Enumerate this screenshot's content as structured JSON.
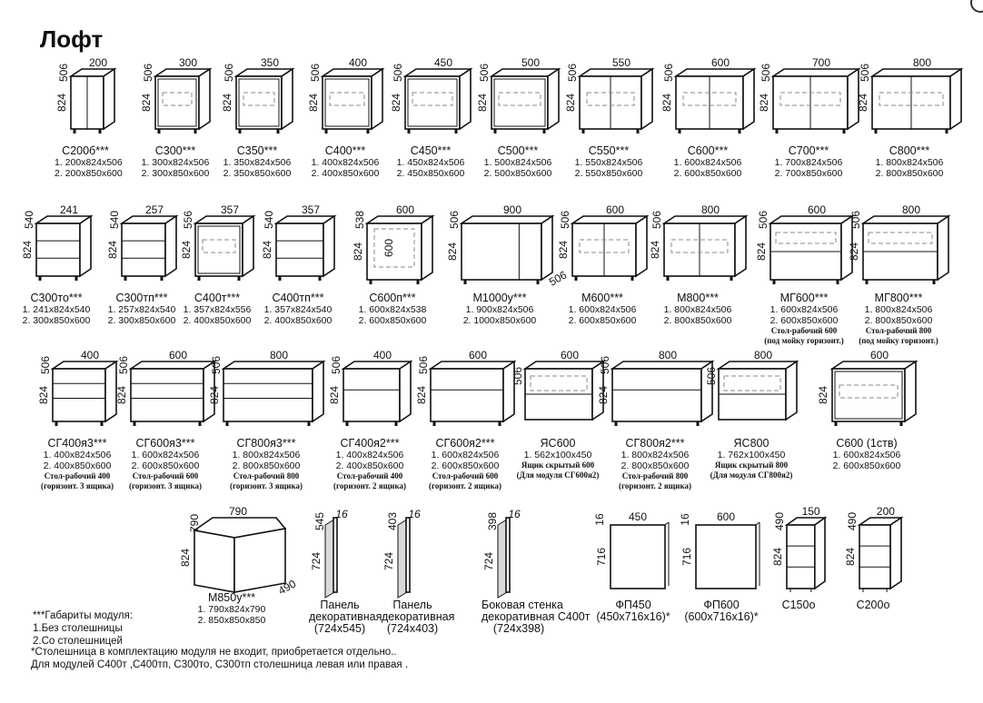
{
  "title": "Лофт",
  "rows": [
    [
      {
        "id": "c200b",
        "name": "С200б***",
        "w": "200",
        "d": "506",
        "h": "824",
        "kind": "shelf-door",
        "sizes": [
          "1. 200x824x506",
          "2. 200x850x600"
        ]
      },
      {
        "id": "c300",
        "name": "С300***",
        "w": "300",
        "d": "506",
        "h": "824",
        "kind": "door1",
        "sizes": [
          "1. 300x824x506",
          "2. 300x850x600"
        ]
      },
      {
        "id": "c350",
        "name": "С350***",
        "w": "350",
        "d": "506",
        "h": "824",
        "kind": "door1",
        "sizes": [
          "1. 350x824x506",
          "2. 350x850x600"
        ]
      },
      {
        "id": "c400",
        "name": "С400***",
        "w": "400",
        "d": "506",
        "h": "824",
        "kind": "door1",
        "sizes": [
          "1. 400x824x506",
          "2. 400x850x600"
        ]
      },
      {
        "id": "c450",
        "name": "С450***",
        "w": "450",
        "d": "506",
        "h": "824",
        "kind": "door1",
        "sizes": [
          "1. 450x824x506",
          "2. 450x850x600"
        ]
      },
      {
        "id": "c500",
        "name": "С500***",
        "w": "500",
        "d": "506",
        "h": "824",
        "kind": "door1",
        "sizes": [
          "1. 500x824x506",
          "2. 500x850x600"
        ]
      },
      {
        "id": "c550",
        "name": "С550***",
        "w": "550",
        "d": "506",
        "h": "824",
        "kind": "door2",
        "sizes": [
          "1. 550x824x506",
          "2. 550x850x600"
        ]
      },
      {
        "id": "c600",
        "name": "С600***",
        "w": "600",
        "d": "506",
        "h": "824",
        "kind": "door2",
        "sizes": [
          "1. 600x824x506",
          "2. 600x850x600"
        ]
      },
      {
        "id": "c700",
        "name": "С700***",
        "w": "700",
        "d": "506",
        "h": "824",
        "kind": "door2",
        "sizes": [
          "1. 700x824x506",
          "2. 700x850x600"
        ]
      },
      {
        "id": "c800",
        "name": "С800***",
        "w": "800",
        "d": "506",
        "h": "824",
        "kind": "door2",
        "sizes": [
          "1. 800x824x506",
          "2. 800x850x600"
        ]
      }
    ],
    [
      {
        "id": "c300to",
        "name": "С300то***",
        "w": "241",
        "d": "540",
        "h": "824",
        "kind": "open-round",
        "sizes": [
          "1. 241x824x540",
          "2. 300x850x600"
        ]
      },
      {
        "id": "c300tp",
        "name": "С300тп***",
        "w": "257",
        "d": "540",
        "h": "824",
        "kind": "open-shelf",
        "sizes": [
          "1. 257x824x540",
          "2. 300x850x600"
        ]
      },
      {
        "id": "c400t",
        "name": "С400т***",
        "w": "357",
        "d": "556",
        "h": "824",
        "kind": "door1",
        "sizes": [
          "1. 357x824x556",
          "2. 400x850x600"
        ]
      },
      {
        "id": "c400tp",
        "name": "С400тп***",
        "w": "357",
        "d": "540",
        "h": "824",
        "kind": "open-shelf",
        "sizes": [
          "1. 357x824x540",
          "2. 400x850x600"
        ]
      },
      {
        "id": "c600p",
        "name": "С600п***",
        "w": "600",
        "d": "538",
        "h": "824",
        "kind": "oven",
        "inner": "600",
        "sizes": [
          "1. 600x824x538",
          "2. 600x850x600"
        ]
      },
      {
        "id": "m1000u",
        "name": "М1000у***",
        "w": "900",
        "d": "506",
        "h": "824",
        "side": "506",
        "kind": "corner-wide",
        "sizes": [
          "1. 900x824x506",
          "2. 1000x850x600"
        ]
      },
      {
        "id": "m600",
        "name": "М600***",
        "w": "600",
        "d": "506",
        "h": "824",
        "kind": "door2",
        "sizes": [
          "1. 600x824x506",
          "2. 600x850x600"
        ]
      },
      {
        "id": "m800",
        "name": "М800***",
        "w": "800",
        "d": "506",
        "h": "824",
        "kind": "door2",
        "sizes": [
          "1. 800x824x506",
          "2. 800x850x600"
        ]
      },
      {
        "id": "mg600",
        "name": "МГ600***",
        "w": "600",
        "d": "506",
        "h": "824",
        "kind": "flip",
        "sizes": [
          "1. 600x824x506",
          "2. 600x850x600"
        ],
        "notes": [
          "Стол-рабочий 600",
          "(под мойку горизонт.)"
        ]
      },
      {
        "id": "mg800",
        "name": "МГ800***",
        "w": "800",
        "d": "506",
        "h": "824",
        "kind": "flip",
        "sizes": [
          "1. 800x824x506",
          "2. 800x850x600"
        ],
        "notes": [
          "Стол-рабочий 800",
          "(под мойку горизонт.)"
        ]
      }
    ],
    [
      {
        "id": "cg400ya3",
        "name": "СГ400я3***",
        "w": "400",
        "d": "506",
        "h": "824",
        "kind": "drawers3",
        "sizes": [
          "1. 400x824x506",
          "2. 400x850x600"
        ],
        "notes": [
          "Стол-рабочий 400",
          "(горизонт. 3 ящика)"
        ]
      },
      {
        "id": "cg600ya3",
        "name": "СГ600я3***",
        "w": "600",
        "d": "506",
        "h": "824",
        "kind": "drawers3",
        "sizes": [
          "1. 600x824x506",
          "2. 600x850x600"
        ],
        "notes": [
          "Стол-рабочий 600",
          "(горизонт. 3 ящика)"
        ]
      },
      {
        "id": "cg800ya3",
        "name": "СГ800я3***",
        "w": "800",
        "d": "506",
        "h": "824",
        "kind": "drawers3",
        "sizes": [
          "1. 800x824x506",
          "2. 800x850x600"
        ],
        "notes": [
          "Стол-рабочий 800",
          "(горизонт. 3 ящика)"
        ]
      },
      {
        "id": "cg400ya2",
        "name": "СГ400я2***",
        "w": "400",
        "d": "506",
        "h": "824",
        "kind": "drawers2",
        "sizes": [
          "1. 400x824x506",
          "2. 400x850x600"
        ],
        "notes": [
          "Стол-рабочий 400",
          "(горизонт. 2 ящика)"
        ]
      },
      {
        "id": "cg600ya2",
        "name": "СГ600я2***",
        "w": "600",
        "d": "506",
        "h": "824",
        "kind": "drawers2",
        "sizes": [
          "1. 600x824x506",
          "2. 600x850x600"
        ],
        "notes": [
          "Стол-рабочий 600",
          "(горизонт. 2 ящика)"
        ]
      },
      {
        "id": "yac600",
        "name": "ЯС600",
        "w": "600",
        "d": "506",
        "h": "",
        "kind": "hidden-drawer",
        "sizes": [
          "1. 562x100x450"
        ],
        "notes": [
          "Ящик скрытый 600",
          "(Для модуля СГ600я2)"
        ]
      },
      {
        "id": "cg800ya2",
        "name": "СГ800я2***",
        "w": "800",
        "d": "506",
        "h": "824",
        "kind": "drawers2",
        "sizes": [
          "1. 800x824x506",
          "2. 800x850x600"
        ],
        "notes": [
          "Стол-рабочий 800",
          "(горизонт. 2 ящика)"
        ]
      },
      {
        "id": "yac800",
        "name": "ЯС800",
        "w": "800",
        "d": "506",
        "h": "",
        "kind": "hidden-drawer",
        "sizes": [
          "1. 762x100x450"
        ],
        "notes": [
          "Ящик скрытый 800",
          "(Для модуля СГ800я2)"
        ]
      },
      {
        "id": "c600_1",
        "name": "С600 (1ств)",
        "w": "600",
        "d": "",
        "h": "824",
        "kind": "door1",
        "sizes": [
          "1. 600x824x506",
          "2. 600x850x600"
        ]
      }
    ],
    [
      {
        "id": "m850u",
        "name": "М850у***",
        "w": "790",
        "d": "790",
        "h": "824",
        "side": "490",
        "kind": "corner",
        "sizes": [
          "1. 790x824x790",
          "2. 850x850x850"
        ]
      },
      {
        "id": "panel545",
        "name": "Панель",
        "name2": "декоративная",
        "name3": "(724x545)",
        "w": "16",
        "d": "545",
        "h": "724",
        "kind": "panel"
      },
      {
        "id": "panel403",
        "name": "Панель",
        "name2": "декоративная",
        "name3": "(724x403)",
        "w": "16",
        "d": "403",
        "h": "724",
        "kind": "panel"
      },
      {
        "id": "side400",
        "name": "Боковая стенка",
        "name2": "декоративная С400т",
        "name3": "(724x398)",
        "w": "16",
        "d": "398",
        "h": "724",
        "kind": "panel"
      },
      {
        "id": "fp450",
        "name": "ФП450",
        "name2": "(450x716x16)*",
        "w": "450",
        "d": "16",
        "h": "716",
        "kind": "facade"
      },
      {
        "id": "fp600",
        "name": "ФП600",
        "name2": "(600x716x16)*",
        "w": "600",
        "d": "16",
        "h": "716",
        "kind": "facade"
      },
      {
        "id": "c150o",
        "name": "С150о",
        "w": "150",
        "d": "490",
        "h": "824",
        "kind": "open-narrow"
      },
      {
        "id": "c200o",
        "name": "С200о",
        "w": "200",
        "d": "490",
        "h": "824",
        "kind": "open-narrow"
      }
    ]
  ],
  "footnotes": [
    "***Габариты модуля:",
    "1.Без столешницы",
    "2.Со столешницей",
    "*Столешница в комплектацию модуля не входит, приобретается отдельно..",
    "Для модулей С400т ,С400тп, С300то, С300тп столешница левая или правая ."
  ]
}
